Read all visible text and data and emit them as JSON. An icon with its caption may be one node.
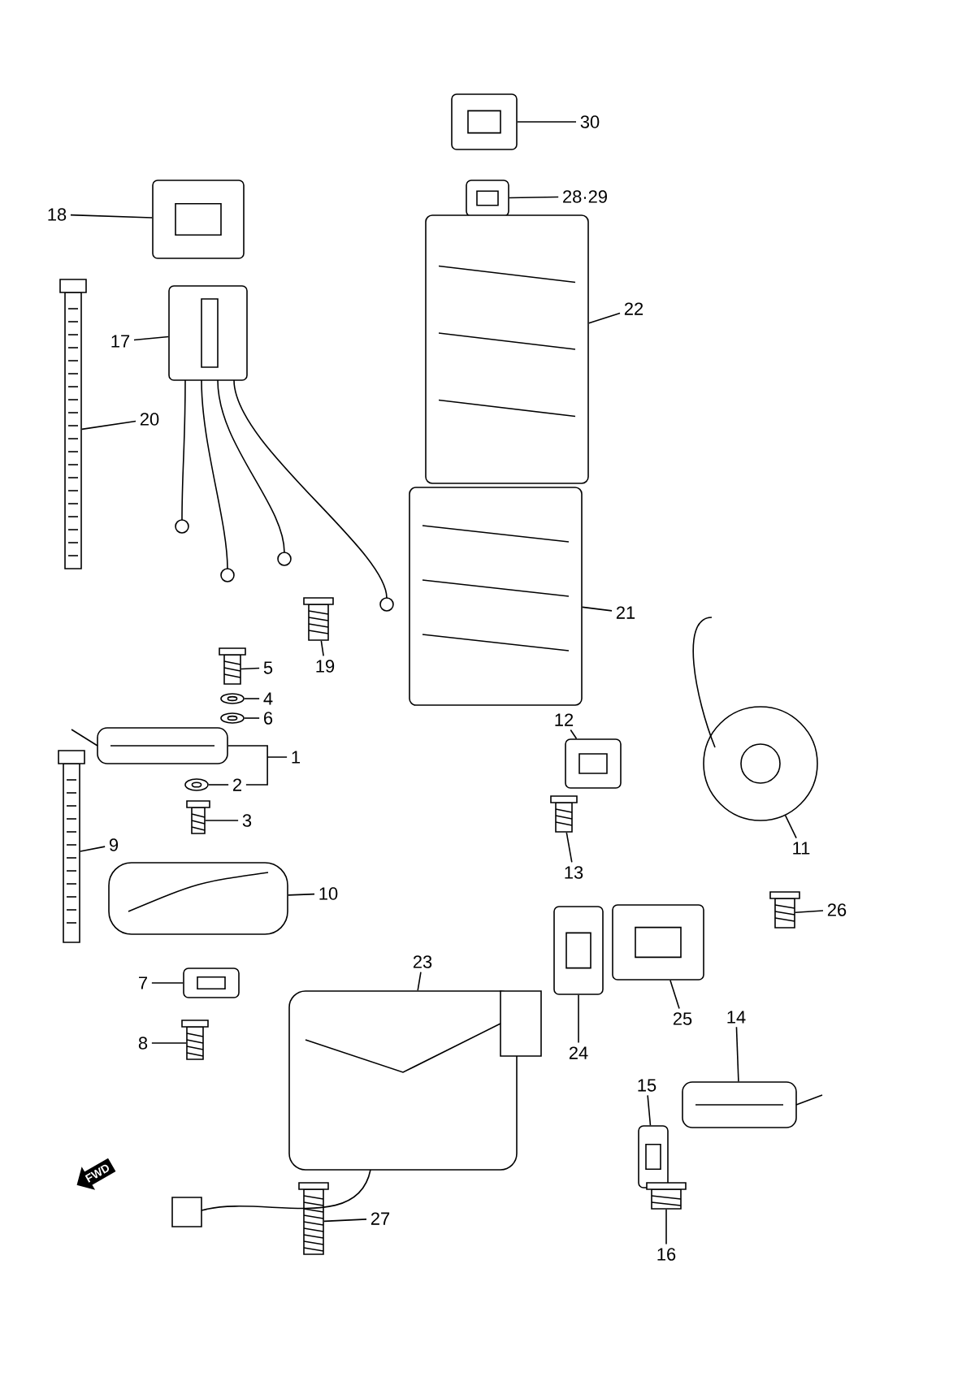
{
  "diagram": {
    "nodes": [
      {
        "text": [
          "30"
        ]
      },
      {
        "text": [],
        "shape": "picture"
      },
      {
        "text": [
          "28·29"
        ]
      },
      {
        "text": [],
        "shape": "picture"
      },
      {
        "text": [
          "18"
        ]
      },
      {
        "text": [],
        "shape": "picture"
      },
      {
        "text": [
          "22"
        ]
      },
      {
        "text": [],
        "shape": "picture"
      },
      {
        "text": [
          "17"
        ]
      },
      {
        "text": [],
        "shape": "picture"
      },
      {
        "text": [
          "20"
        ]
      },
      {
        "text": [],
        "shape": "picture"
      },
      {
        "text": [
          "21"
        ]
      },
      {
        "text": [],
        "shape": "picture"
      },
      {
        "text": [
          "19"
        ]
      },
      {
        "text": [],
        "shape": "picture"
      },
      {
        "text": [
          "5"
        ]
      },
      {
        "text": [],
        "shape": "picture"
      },
      {
        "text": [
          "4"
        ]
      },
      {
        "text": [],
        "shape": "picture"
      },
      {
        "text": [
          "6"
        ]
      },
      {
        "text": [],
        "shape": "picture"
      },
      {
        "text": [
          "1"
        ]
      },
      {
        "text": [],
        "shape": "picture"
      },
      {
        "text": [
          "2"
        ]
      },
      {
        "text": [],
        "shape": "picture"
      },
      {
        "text": [
          "3"
        ]
      },
      {
        "text": [],
        "shape": "picture"
      },
      {
        "text": [
          "12"
        ]
      },
      {
        "text": [],
        "shape": "picture"
      },
      {
        "text": [
          "11"
        ]
      },
      {
        "text": [],
        "shape": "picture"
      },
      {
        "text": [
          "9"
        ]
      },
      {
        "text": [],
        "shape": "picture"
      },
      {
        "text": [
          "10"
        ]
      },
      {
        "text": [],
        "shape": "picture"
      },
      {
        "text": [
          "13"
        ]
      },
      {
        "text": [],
        "shape": "picture"
      },
      {
        "text": [
          "26"
        ]
      },
      {
        "text": [],
        "shape": "picture"
      },
      {
        "text": [
          "23"
        ]
      },
      {
        "text": [],
        "shape": "picture"
      },
      {
        "text": [
          "7"
        ]
      },
      {
        "text": [],
        "shape": "picture"
      },
      {
        "text": [
          "8"
        ]
      },
      {
        "text": [],
        "shape": "picture"
      },
      {
        "text": [
          "24"
        ]
      },
      {
        "text": [],
        "shape": "picture"
      },
      {
        "text": [
          "25"
        ]
      },
      {
        "text": [],
        "shape": "picture"
      },
      {
        "text": [
          "14"
        ]
      },
      {
        "text": [],
        "shape": "picture"
      },
      {
        "text": [
          "15"
        ]
      },
      {
        "text": [],
        "shape": "picture"
      },
      {
        "text": [
          "16"
        ]
      },
      {
        "text": [],
        "shape": "picture"
      },
      {
        "text": [
          "27"
        ]
      },
      {
        "text": [],
        "shape": "picture"
      }
    ],
    "edges": [
      {
        "from": 0,
        "to": 1,
        "arrow": "none"
      },
      {
        "from": 2,
        "to": 3,
        "arrow": "none"
      },
      {
        "from": 4,
        "to": 5,
        "arrow": "none"
      },
      {
        "from": 6,
        "to": 7,
        "arrow": "none"
      },
      {
        "from": 8,
        "to": 9,
        "arrow": "none"
      },
      {
        "from": 10,
        "to": 11,
        "arrow": "none"
      },
      {
        "from": 12,
        "to": 13,
        "arrow": "none"
      },
      {
        "from": 14,
        "to": 15,
        "arrow": "none"
      },
      {
        "from": 16,
        "to": 17,
        "arrow": "none"
      },
      {
        "from": 18,
        "to": 19,
        "arrow": "none"
      },
      {
        "from": 20,
        "to": 21,
        "arrow": "none"
      },
      {
        "from": 22,
        "to": 23,
        "arrow": "none"
      },
      {
        "from": 22,
        "to": 24,
        "arrow": "none"
      },
      {
        "from": 24,
        "to": 25,
        "arrow": "none"
      },
      {
        "from": 26,
        "to": 27,
        "arrow": "none"
      },
      {
        "from": 28,
        "to": 29,
        "arrow": "none"
      },
      {
        "from": 30,
        "to": 31,
        "arrow": "none"
      },
      {
        "from": 32,
        "to": 33,
        "arrow": "none"
      },
      {
        "from": 34,
        "to": 35,
        "arrow": "none"
      },
      {
        "from": 36,
        "to": 37,
        "arrow": "none"
      },
      {
        "from": 38,
        "to": 39,
        "arrow": "none"
      },
      {
        "from": 40,
        "to": 41,
        "arrow": "none"
      },
      {
        "from": 42,
        "to": 43,
        "arrow": "none"
      },
      {
        "from": 44,
        "to": 45,
        "arrow": "none"
      },
      {
        "from": 46,
        "to": 47,
        "arrow": "none"
      },
      {
        "from": 48,
        "to": 49,
        "arrow": "none"
      },
      {
        "from": 50,
        "to": 51,
        "arrow": "none"
      },
      {
        "from": 52,
        "to": 53,
        "arrow": "none"
      },
      {
        "from": 54,
        "to": 55,
        "arrow": "none"
      },
      {
        "from": 56,
        "to": 57,
        "arrow": "none"
      }
    ],
    "labels": [
      "FWD"
    ]
  }
}
